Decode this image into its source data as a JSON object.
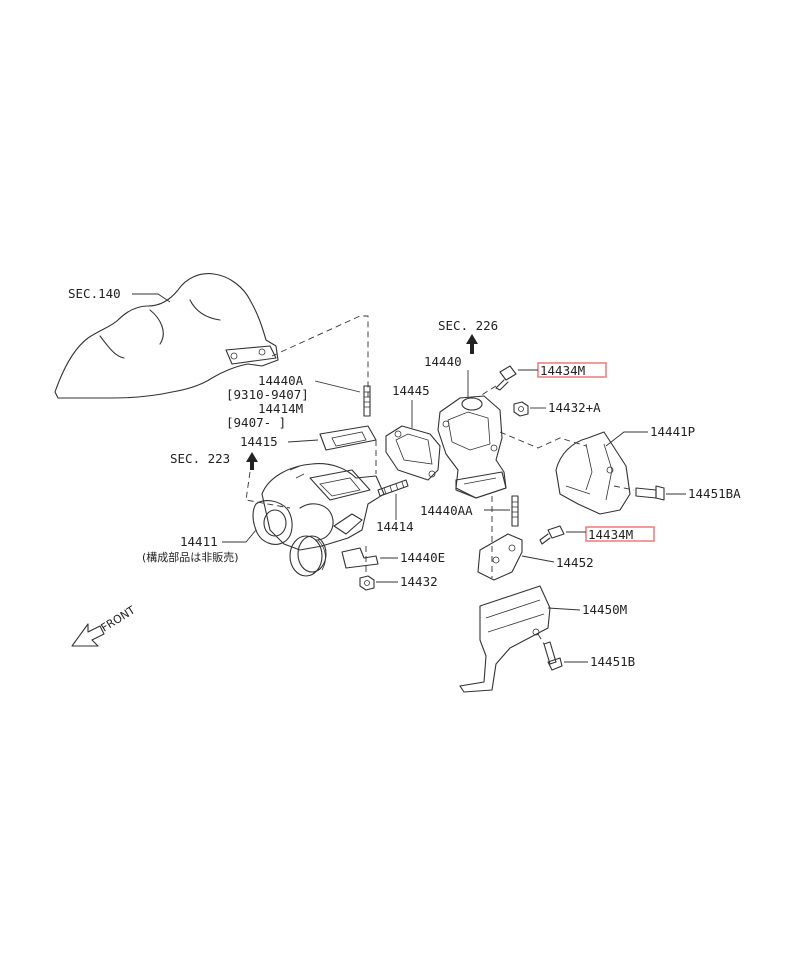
{
  "diagram": {
    "labels": {
      "sec140": "SEC.140",
      "sec226": "SEC. 226",
      "sec223": "SEC. 223",
      "p14440": "14440",
      "p14434M_top": "14434M",
      "p14445": "14445",
      "p14432A": "14432+A",
      "p14441P": "14441P",
      "p14440A": "14440A",
      "range1": "[9310-9407]",
      "p14414M": "14414M",
      "range2": "[9407-     ]",
      "p14415": "14415",
      "p14451BA": "14451BA",
      "p14440AA": "14440AA",
      "p14414": "14414",
      "p14434M_mid": "14434M",
      "p14411": "14411",
      "note_jp": "(構成部品は非販売)",
      "p14440E": "14440E",
      "p14452": "14452",
      "p14432": "14432",
      "p14450M": "14450M",
      "p14451B": "14451B",
      "front": "FRONT"
    },
    "highlight_color": "#f08080",
    "line_color": "#333333"
  }
}
